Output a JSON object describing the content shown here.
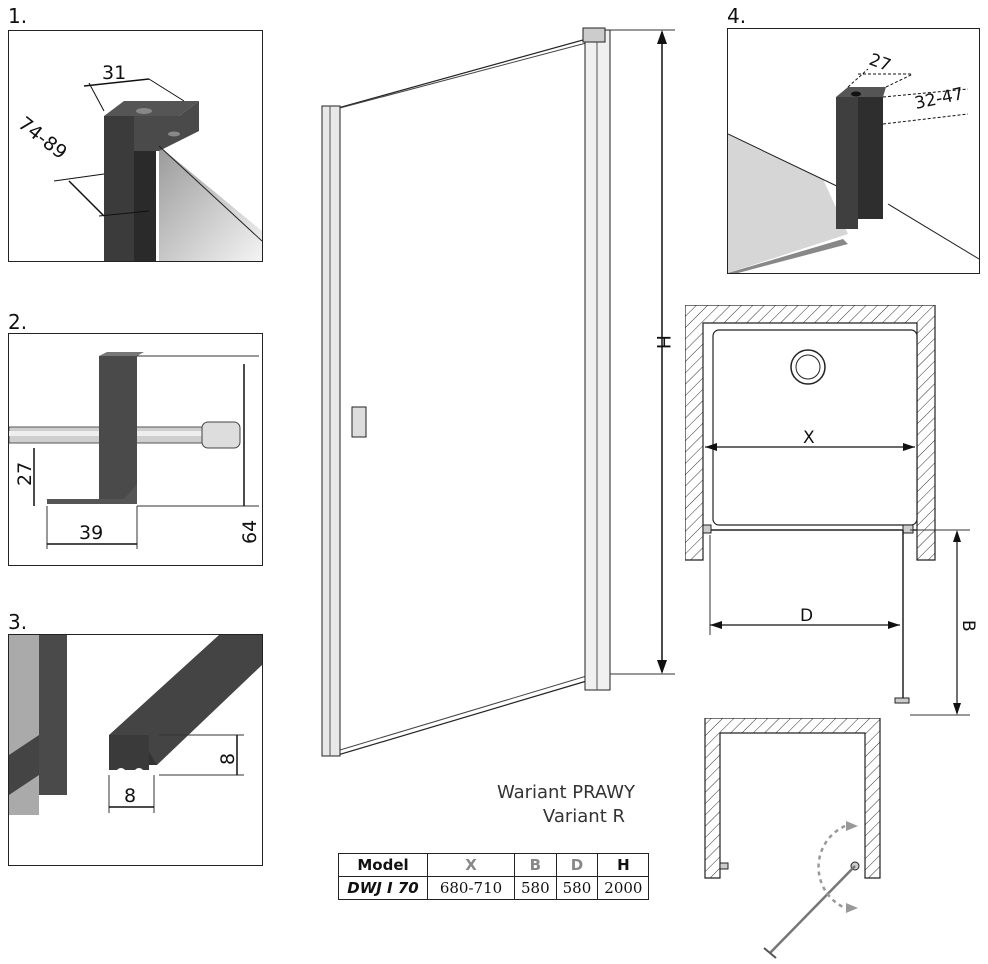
{
  "detail1": {
    "label": "1.",
    "dim_width": "31",
    "dim_range": "74-89"
  },
  "detail2": {
    "label": "2.",
    "dim_height_small": "27",
    "dim_width": "39",
    "dim_height": "64"
  },
  "detail3": {
    "label": "3.",
    "dim_height": "8",
    "dim_width": "8"
  },
  "detail4": {
    "label": "4.",
    "dim_width": "27",
    "dim_range": "32-47"
  },
  "door": {
    "height_label": "H"
  },
  "plan": {
    "x_label": "X",
    "d_label": "D",
    "b_label": "B"
  },
  "variant": {
    "line1": "Wariant PRAWY",
    "line2": "Variant R"
  },
  "spec_table": {
    "headers": [
      "Model",
      "X",
      "B",
      "D",
      "H"
    ],
    "rows": [
      {
        "model": "DWJ I 70",
        "x": "680-710",
        "b": "580",
        "d": "580",
        "h": "2000"
      }
    ]
  },
  "colors": {
    "frame": "#3a3a3a",
    "glass": "#e6e6e6",
    "line": "#222222"
  }
}
